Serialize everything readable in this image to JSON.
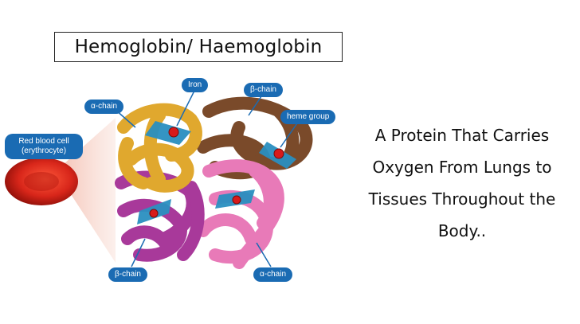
{
  "title": "Hemoglobin/ Haemoglobin",
  "diagram": {
    "labels": {
      "rbc_line1": "Red blood cell",
      "rbc_line2": "(erythrocyte)",
      "alpha_top": "α-chain",
      "iron": "Iron",
      "beta_top": "β-chain",
      "heme": "heme group",
      "beta_bottom": "β-chain",
      "alpha_bottom": "α-chain"
    },
    "colors": {
      "alpha_top_chain": "#e0a82e",
      "beta_top_chain": "#7a4a2a",
      "beta_bottom_chain": "#a8399a",
      "alpha_bottom_chain": "#e87ab8",
      "heme": "#2a8fc0",
      "iron": "#d81a1a",
      "rbc": "#d8261a",
      "label_bg": "#1a6bb3"
    }
  },
  "description": {
    "line1": "A Protein That Carries",
    "line2": "Oxygen From Lungs to",
    "line3": "Tissues Throughout the",
    "line4": "Body.."
  }
}
